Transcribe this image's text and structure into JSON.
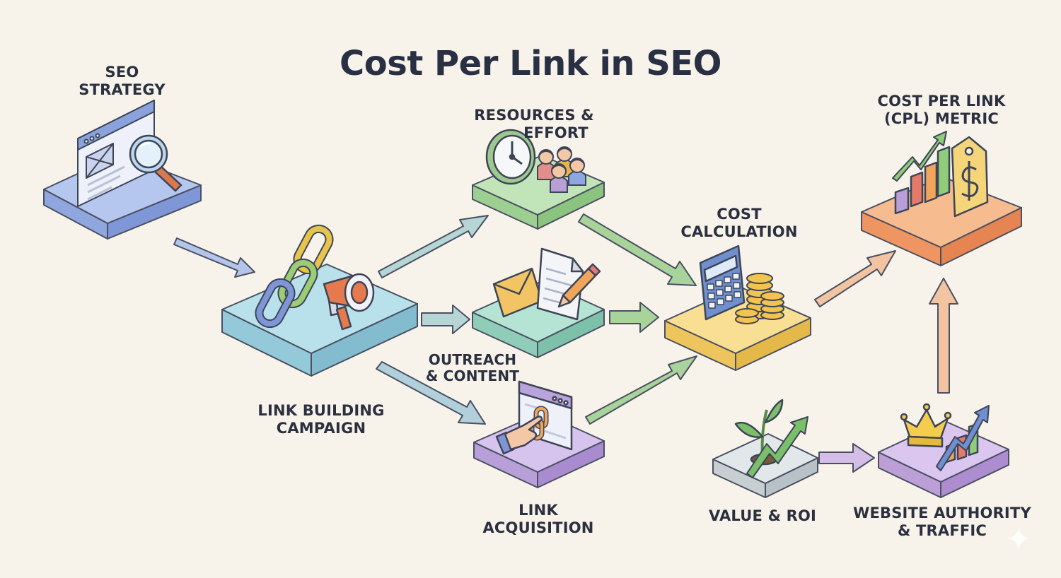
{
  "title": "Cost Per Link in SEO",
  "nodes": {
    "seo_strategy": {
      "line1": "SEO",
      "line2": "STRATEGY"
    },
    "resources": {
      "line1": "RESOURCES &",
      "line2": "EFFORT"
    },
    "cpl_metric": {
      "line1": "COST PER LINK",
      "line2": "(CPL) METRIC"
    },
    "cost_calc": {
      "line1": "COST",
      "line2": "CALCULATION"
    },
    "link_building": {
      "line1": "LINK BUILDING",
      "line2": "CAMPAIGN"
    },
    "outreach": {
      "line1": "OUTREACH",
      "line2": "& CONTENT"
    },
    "link_acquisition": {
      "line1": "LINK",
      "line2": "ACQUISITION"
    },
    "value_roi": {
      "line1": "VALUE & ROI"
    },
    "authority": {
      "line1": "WEBSITE AUTHORITY",
      "line2": "& TRAFFIC"
    }
  },
  "icons": {
    "seo_strategy": [
      "browser-window-icon",
      "magnifying-glass-icon"
    ],
    "link_building": [
      "chain-link-icon",
      "megaphone-icon"
    ],
    "resources": [
      "clock-icon",
      "people-group-icon"
    ],
    "outreach": [
      "envelope-icon",
      "document-icon",
      "pencil-icon"
    ],
    "link_acquisition": [
      "browser-window-icon",
      "hand-pointer-icon",
      "link-icon"
    ],
    "cost_calc": [
      "calculator-icon",
      "coin-stack-icon"
    ],
    "cpl_metric": [
      "bar-chart-icon",
      "trend-arrow-icon",
      "price-tag-icon"
    ],
    "value_roi": [
      "sprout-icon",
      "growth-arrow-icon"
    ],
    "authority": [
      "crown-icon",
      "bar-chart-icon",
      "trend-arrow-icon"
    ]
  },
  "colors": {
    "background": "#f8f3ea",
    "strategy": "#a9bde8",
    "campaign": "#a9d6e2",
    "resources": "#b3dca9",
    "outreach": "#a8dccb",
    "acquisition": "#cdb6e6",
    "calculation": "#f5d57a",
    "metric": "#f2a878",
    "roi": "#d8dfe2",
    "authority": "#cdb3e2"
  }
}
